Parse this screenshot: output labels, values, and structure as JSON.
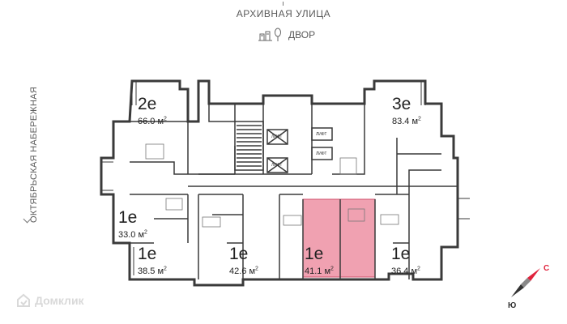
{
  "header": {
    "street_label": "АРХИВНАЯ УЛИЦА",
    "yard_label": "ДВОР",
    "yard_icon": "yard-tree-icon"
  },
  "side": {
    "embankment_label": "ОКТЯБРЬСКАЯ НАБЕРЕЖНАЯ"
  },
  "apartments": [
    {
      "type": "2е",
      "area": "66.0",
      "unit": "м",
      "unit_sup": "2",
      "highlighted": false
    },
    {
      "type": "3е",
      "area": "83.4",
      "unit": "м",
      "unit_sup": "2",
      "highlighted": false
    },
    {
      "type": "1е",
      "area": "33.0",
      "unit": "м",
      "unit_sup": "2",
      "highlighted": false
    },
    {
      "type": "1е",
      "area": "38.5",
      "unit": "м",
      "unit_sup": "2",
      "highlighted": false
    },
    {
      "type": "1е",
      "area": "42.6",
      "unit": "м",
      "unit_sup": "2",
      "highlighted": false
    },
    {
      "type": "1е",
      "area": "41.1",
      "unit": "м",
      "unit_sup": "2",
      "highlighted": true
    },
    {
      "type": "1е",
      "area": "36.4",
      "unit": "м",
      "unit_sup": "2",
      "highlighted": false
    }
  ],
  "lifts": [
    "ЛИФТ",
    "ЛИФТ",
    "ЛИФТ",
    "ЛИФТ"
  ],
  "compass": {
    "north": "С",
    "south": "Ю",
    "icon": "compass-arrow-icon"
  },
  "logo": {
    "text": "Домклик",
    "icon": "domclick-logo-icon"
  },
  "colors": {
    "highlight": "#f0a1b1",
    "highlight_stroke": "#d0506c",
    "wall": "#3a3a3a",
    "north": "#e0223c"
  }
}
